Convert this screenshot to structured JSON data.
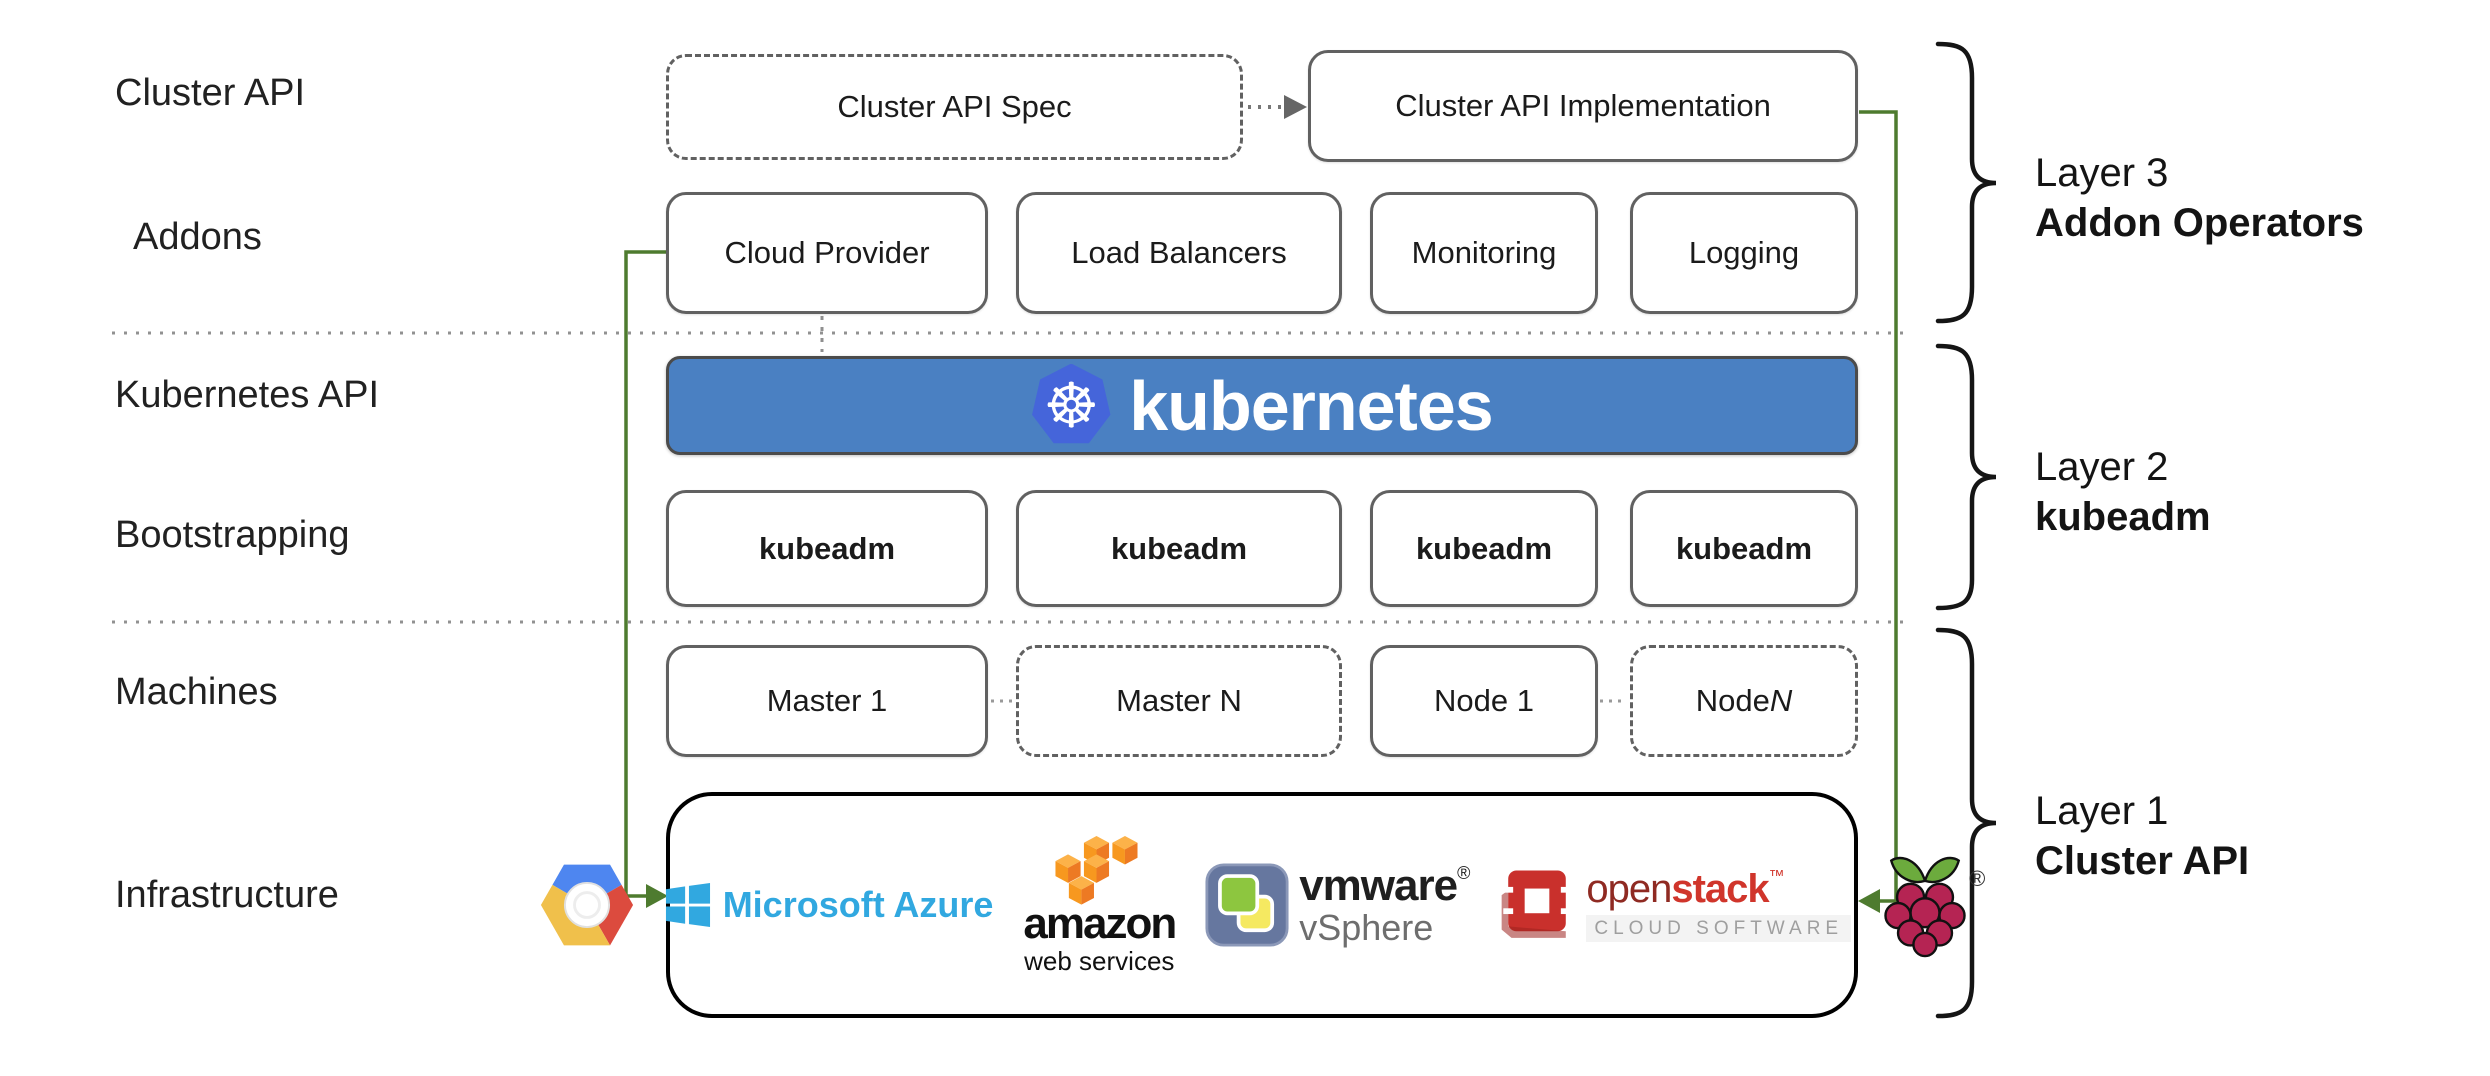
{
  "left_labels": {
    "cluster_api": "Cluster API",
    "addons": "Addons",
    "kubernetes_api": "Kubernetes API",
    "bootstrapping": "Bootstrapping",
    "machines": "Machines",
    "infrastructure": "Infrastructure"
  },
  "cluster_api_row": {
    "spec_box": "Cluster API Spec",
    "implementation_box": "Cluster API Implementation"
  },
  "addons_row": {
    "cloud_provider": "Cloud Provider",
    "load_balancers": "Load Balancers",
    "monitoring": "Monitoring",
    "logging": "Logging"
  },
  "kubernetes_banner": {
    "logo_icon": "kubernetes-helm-wheel",
    "logo_glyph": "☸",
    "wordmark": "kubernetes",
    "background_color": "#4a80c2",
    "logo_color": "#4565da"
  },
  "bootstrapping_row": {
    "items": [
      "kubeadm",
      "kubeadm",
      "kubeadm",
      "kubeadm"
    ]
  },
  "machines_row": {
    "master_1": "Master 1",
    "master_n": "Master N",
    "node_1": "Node 1",
    "node_n_prefix": "Node ",
    "node_n_suffix": "N"
  },
  "infrastructure_row": {
    "gcp": {
      "icon": "google-cloud-platform-logo"
    },
    "azure": {
      "icon": "microsoft-azure-logo",
      "label": "Microsoft Azure",
      "color": "#31a8e0"
    },
    "aws": {
      "icon": "aws-cubes-logo",
      "label_main": "amazon",
      "label_sub": "web services",
      "color": "#f7981f"
    },
    "vmware": {
      "icon": "vmware-vsphere-logo",
      "label_main": "vmware",
      "reg_mark": "®",
      "label_sub": "vSphere"
    },
    "openstack": {
      "icon": "openstack-logo",
      "label_open": "open",
      "label_stack": "stack",
      "trademark": "™",
      "label_sub": "CLOUD SOFTWARE"
    },
    "raspberry_pi": {
      "icon": "raspberry-pi-logo",
      "reg_mark": "®"
    }
  },
  "layer_brackets": [
    {
      "line1": "Layer 3",
      "line2": "Addon Operators"
    },
    {
      "line1": "Layer 2",
      "line2": "kubeadm"
    },
    {
      "line1": "Layer 1",
      "line2": "Cluster API"
    }
  ],
  "colors": {
    "accent_green": "#4e7b2f",
    "banner_blue": "#4a80c2",
    "box_border": "#616161",
    "separator_gray": "#919191"
  }
}
